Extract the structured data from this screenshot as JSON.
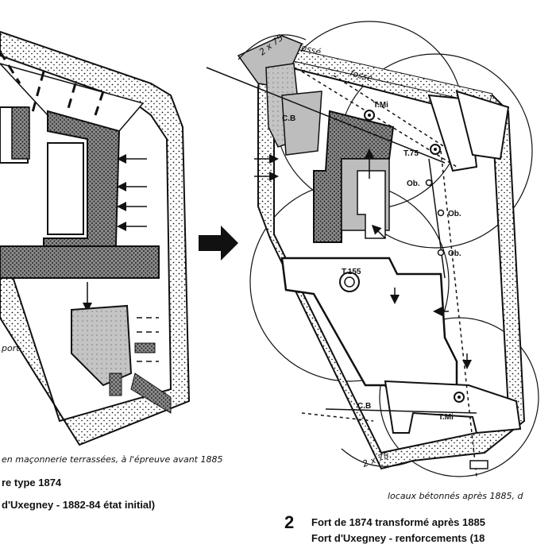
{
  "left_plan": {
    "port_label": "port",
    "note": "en maçonnerie terrassées, à l'épreuve avant 1885",
    "caption_line1": "re type 1874",
    "caption_line2": "d'Uxegney - 1882-84 état initial)"
  },
  "right_plan": {
    "fosse_left": "fossé",
    "fosse_right": "fossé",
    "dim_top": "2 x 75",
    "dim_bottom": "2 x 75",
    "labels": {
      "cb_top": "C.B",
      "tmi_top": "T.Mi",
      "t75": "T.75",
      "ob1": "Ob.",
      "ob2": "Ob.",
      "ob3": "Ob.",
      "t155": "T.155",
      "cb_bottom": "C.B",
      "tmi_bottom": "T.Mi"
    },
    "note": "locaux bétonnés après 1885, d",
    "caption_number": "2",
    "caption_line1": "Fort de 1874 transformé après 1885",
    "caption_line2": "Fort d'Uxegney - renforcements (18"
  },
  "colors": {
    "ink": "#111111",
    "shade": "#bdbdbd",
    "paper": "#ffffff"
  },
  "arrow_icon": "right-arrow-icon"
}
